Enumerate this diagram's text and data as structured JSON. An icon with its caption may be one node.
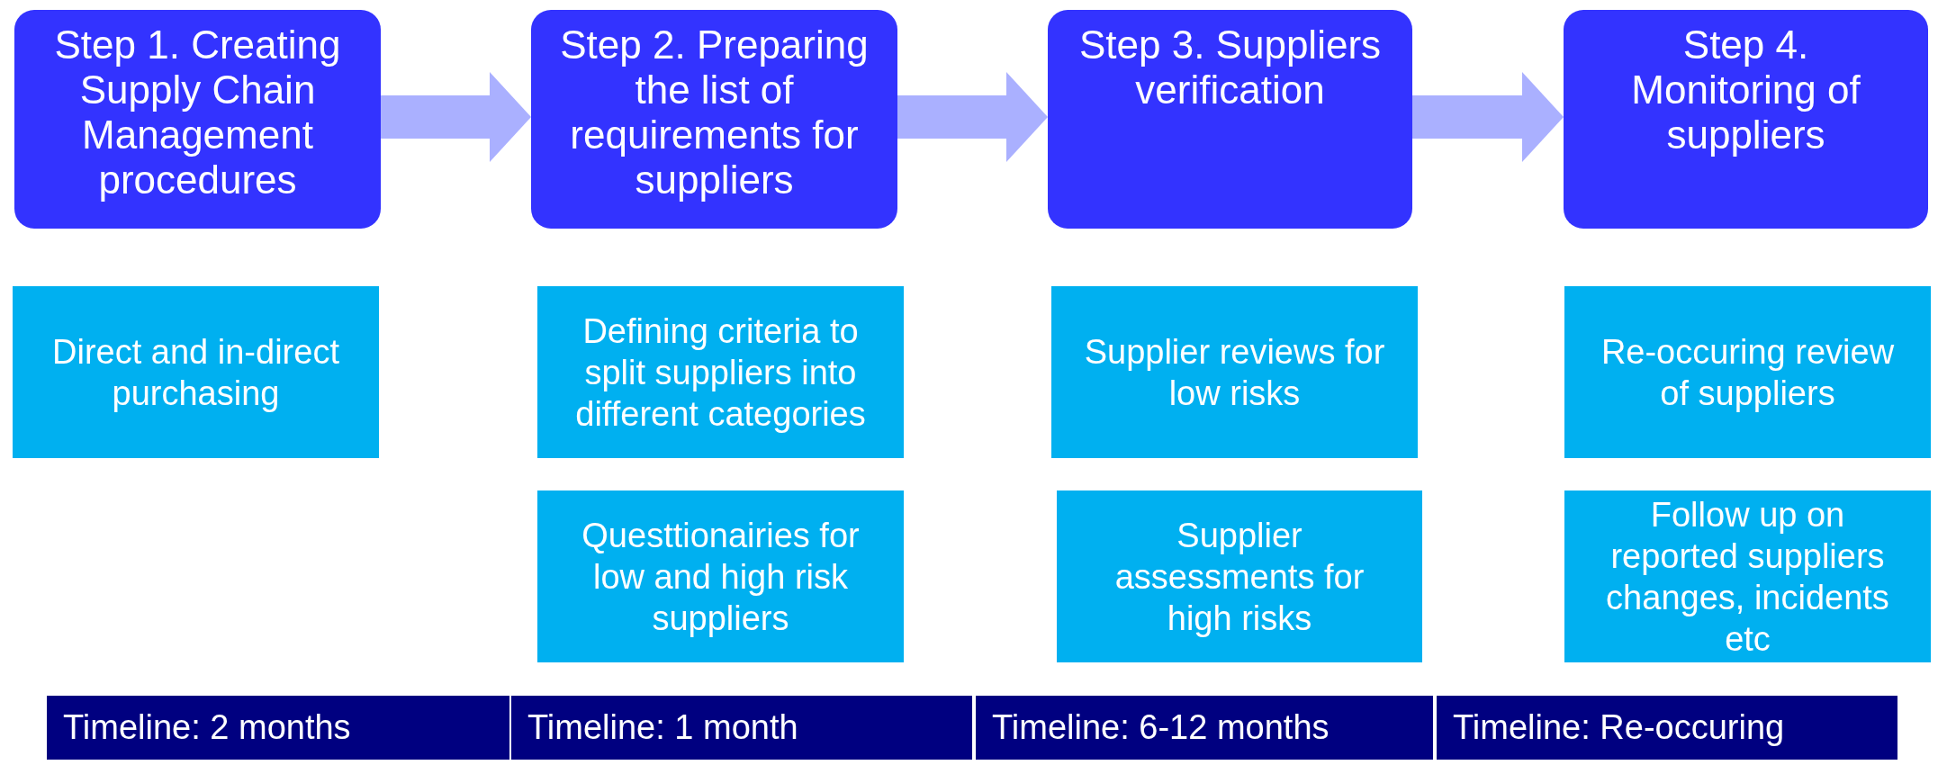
{
  "diagram": {
    "nodes": [
      {
        "text": [
          "Step 1. Creating Supply Chain Management procedures"
        ]
      },
      {
        "text": [
          "Step 2. Preparing the list of requirements for suppliers"
        ]
      },
      {
        "text": [
          "Step 3. Suppliers verification"
        ]
      },
      {
        "text": [
          "Step 4. Monitoring of suppliers"
        ]
      },
      {
        "text": [
          "Direct and in-direct purchasing"
        ]
      },
      {
        "text": [
          "Defining criteria to split suppliers into different categories"
        ]
      },
      {
        "text": [
          "Supplier reviews for low risks"
        ]
      },
      {
        "text": [
          "Re-occuring review of suppliers"
        ]
      },
      {
        "text": [
          "Questtionairies for low and high risk suppliers"
        ]
      },
      {
        "text": [
          "Supplier assessments for high risks"
        ]
      },
      {
        "text": [
          "Follow up on reported suppliers changes, incidents etc"
        ]
      },
      {
        "text": [
          "Timeline: 2 months"
        ]
      },
      {
        "text": [
          "Timeline: 1 month"
        ]
      },
      {
        "text": [
          "Timeline: 6-12 months"
        ]
      },
      {
        "text": [
          "Timeline: Re-occuring"
        ]
      }
    ],
    "edges": [
      {
        "from": 0,
        "to": 1,
        "arrow": "to"
      },
      {
        "from": 1,
        "to": 2,
        "arrow": "to"
      },
      {
        "from": 2,
        "to": 3,
        "arrow": "to"
      }
    ]
  }
}
